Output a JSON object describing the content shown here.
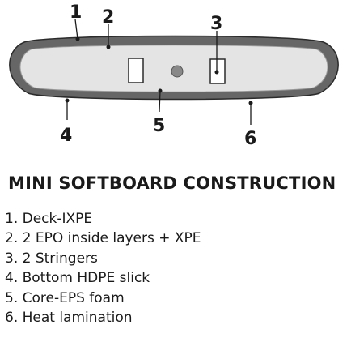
{
  "diagram": {
    "callouts": [
      "1",
      "2",
      "3",
      "4",
      "5",
      "6"
    ],
    "colors": {
      "outer_shell": "#666666",
      "inner_core": "#e4e4e4",
      "plug": "#888888",
      "outline": "#2b2b2b",
      "text": "#1a1a1a"
    }
  },
  "title": "MINI SOFTBOARD CONSTRUCTION",
  "legend": [
    "1. Deck-IXPE",
    "2. 2 EPO inside layers + XPE",
    "3. 2 Stringers",
    "4. Bottom HDPE slick",
    "5. Core-EPS foam",
    "6. Heat lamination"
  ]
}
